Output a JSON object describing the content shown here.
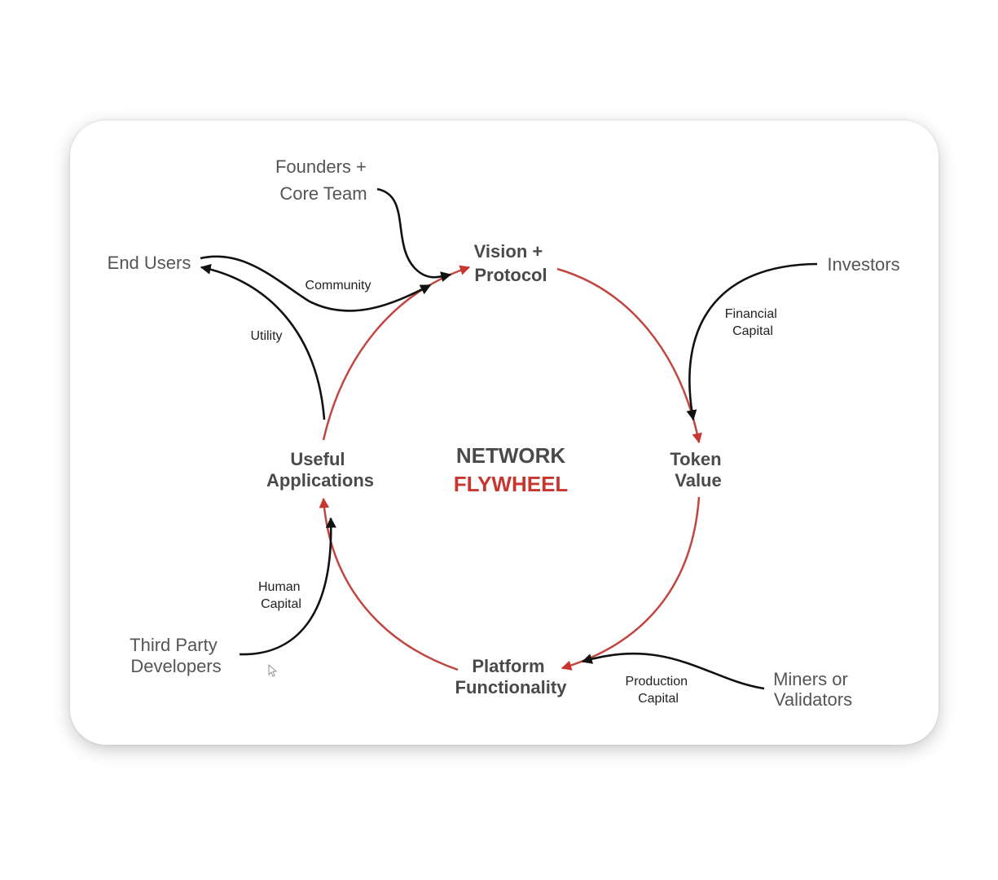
{
  "title": {
    "line1": "NETWORK",
    "line2": "FLYWHEEL"
  },
  "nodes": {
    "vision": [
      "Vision +",
      "Protocol"
    ],
    "token": [
      "Token",
      "Value"
    ],
    "platform": [
      "Platform",
      "Functionality"
    ],
    "useful": [
      "Useful",
      "Applications"
    ]
  },
  "actors": {
    "founders": [
      "Founders +",
      "Core Team"
    ],
    "end_users": "End Users",
    "investors": "Investors",
    "miners": [
      "Miners or",
      "Validators"
    ],
    "third_party": [
      "Third Party",
      "Developers"
    ]
  },
  "flows": {
    "community": "Community",
    "utility": "Utility",
    "financial": [
      "Financial",
      "Capital"
    ],
    "production": [
      "Production",
      "Capital"
    ],
    "human": [
      "Human",
      "Capital"
    ]
  },
  "colors": {
    "cycle": "#c0463f",
    "title_accent": "#c7372f",
    "contribution": "#111111"
  },
  "icons": [
    "mouse-cursor-icon"
  ]
}
